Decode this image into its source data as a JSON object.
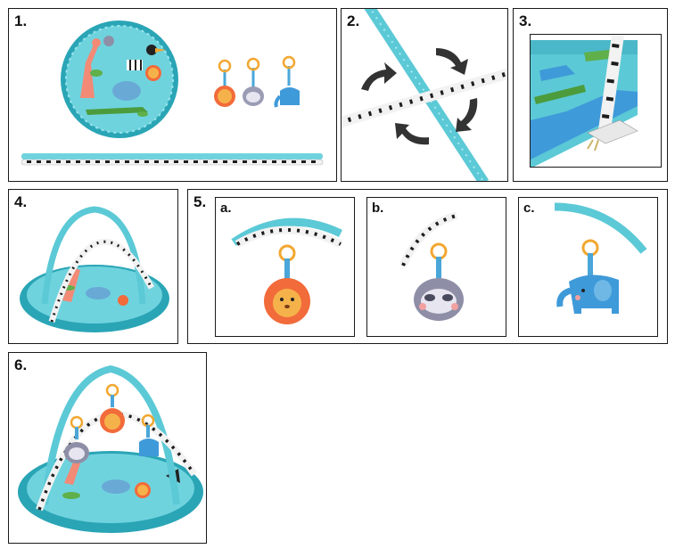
{
  "steps": {
    "s1": "1.",
    "s2": "2.",
    "s3": "3.",
    "s4": "4.",
    "s5": "5.",
    "s6": "6.",
    "sa": "a.",
    "sb": "b.",
    "sc": "c."
  },
  "colors": {
    "mat_teal": "#5cc9d6",
    "mat_dark": "#2aa5b6",
    "arch_white": "#f2f2f2",
    "arch_black": "#1d1d1d",
    "arrow": "#333333",
    "lion": "#f26b3a",
    "lion_face": "#f6b24a",
    "sloth": "#8e8fa7",
    "elephant": "#3f9ad9",
    "ring": "#f2a730",
    "strap": "#4aa6d8",
    "giraffe": "#f28a76",
    "crocodile": "#5fb04a"
  }
}
